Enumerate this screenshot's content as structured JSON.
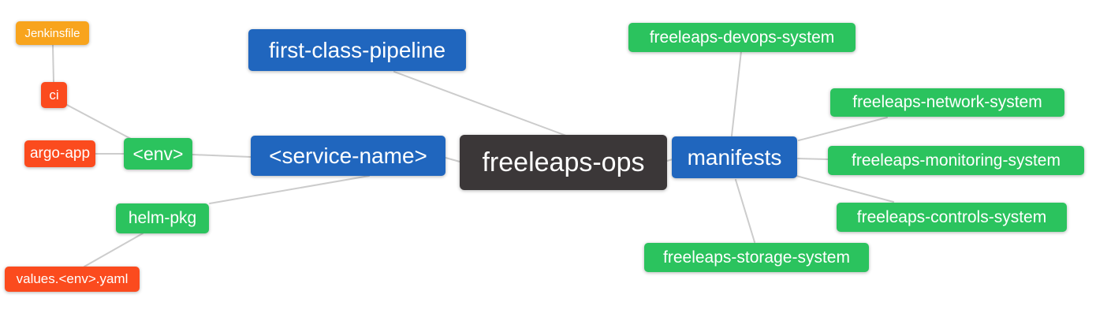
{
  "diagram": {
    "type": "mindmap",
    "root_label": "freeleaps-ops",
    "nodes": {
      "root": {
        "label": "freeleaps-ops",
        "level": 0,
        "color": "#3b3738"
      },
      "first_class_pipeline": {
        "label": "first-class-pipeline",
        "level": 1,
        "color": "#2066be"
      },
      "service_name": {
        "label": "<service-name>",
        "level": 1,
        "color": "#2066be"
      },
      "manifests": {
        "label": "manifests",
        "level": 1,
        "color": "#2066be"
      },
      "env": {
        "label": "<env>",
        "level": 2,
        "color": "#2bc35e"
      },
      "helm_pkg": {
        "label": "helm-pkg",
        "level": 2,
        "color": "#2bc35e"
      },
      "ci": {
        "label": "ci",
        "level": 3,
        "color": "#fb4b1e"
      },
      "argo_app": {
        "label": "argo-app",
        "level": 3,
        "color": "#fb4b1e"
      },
      "values_yaml": {
        "label": "values.<env>.yaml",
        "level": 3,
        "color": "#fb4b1e"
      },
      "jenkinsfile": {
        "label": "Jenkinsfile",
        "level": 4,
        "color": "#f8a41d"
      },
      "devops_system": {
        "label": "freeleaps-devops-system",
        "level": 2,
        "color": "#2bc35e"
      },
      "network_system": {
        "label": "freeleaps-network-system",
        "level": 2,
        "color": "#2bc35e"
      },
      "monitoring_system": {
        "label": "freeleaps-monitoring-system",
        "level": 2,
        "color": "#2bc35e"
      },
      "controls_system": {
        "label": "freeleaps-controls-system",
        "level": 2,
        "color": "#2bc35e"
      },
      "storage_system": {
        "label": "freeleaps-storage-system",
        "level": 2,
        "color": "#2bc35e"
      }
    },
    "edges": [
      [
        "freeleaps-ops",
        "first-class-pipeline"
      ],
      [
        "freeleaps-ops",
        "<service-name>"
      ],
      [
        "freeleaps-ops",
        "manifests"
      ],
      [
        "<service-name>",
        "<env>"
      ],
      [
        "<service-name>",
        "helm-pkg"
      ],
      [
        "<env>",
        "ci"
      ],
      [
        "<env>",
        "argo-app"
      ],
      [
        "ci",
        "Jenkinsfile"
      ],
      [
        "helm-pkg",
        "values.<env>.yaml"
      ],
      [
        "manifests",
        "freeleaps-devops-system"
      ],
      [
        "manifests",
        "freeleaps-network-system"
      ],
      [
        "manifests",
        "freeleaps-monitoring-system"
      ],
      [
        "manifests",
        "freeleaps-controls-system"
      ],
      [
        "manifests",
        "freeleaps-storage-system"
      ]
    ],
    "colors": {
      "root_bg": "#3b3738",
      "level1": "#2066be",
      "level2": "#2bc35e",
      "level3": "#fb4b1e",
      "level4": "#f8a41d",
      "edge": "#cccccc"
    }
  }
}
